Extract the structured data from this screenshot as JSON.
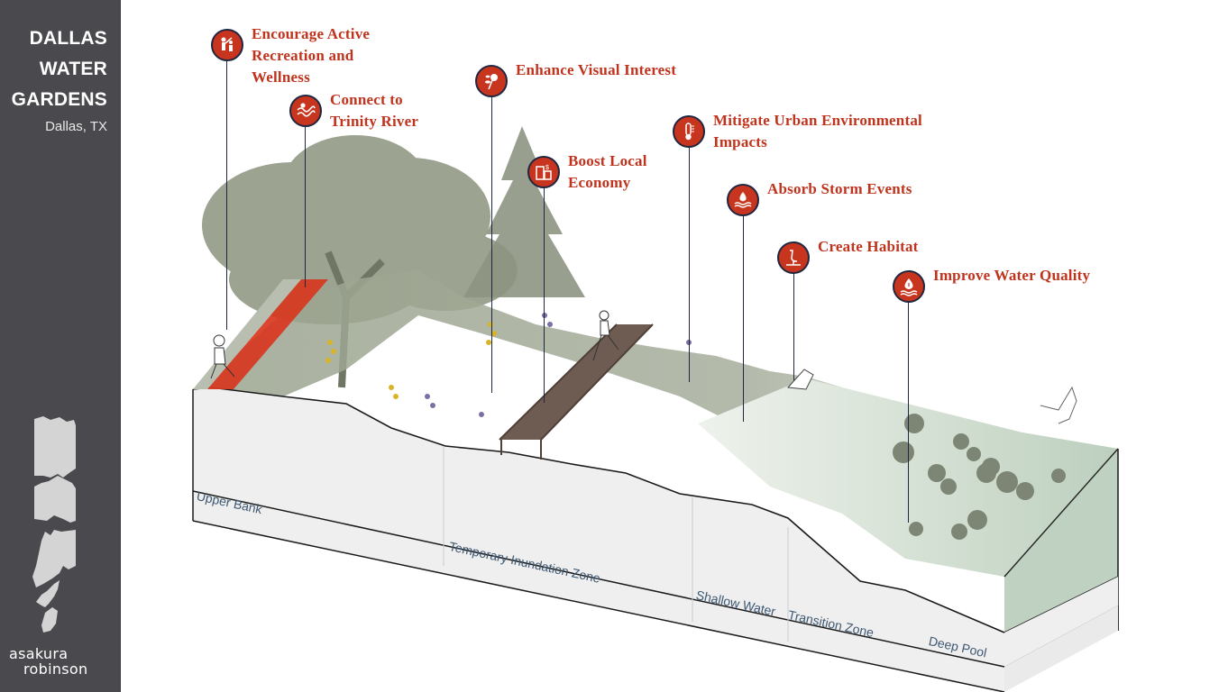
{
  "sidebar": {
    "title_lines": [
      "DALLAS",
      "WATER",
      "GARDENS"
    ],
    "location": "Dallas, TX",
    "logo_line1": "asakura",
    "logo_line2": "robinson",
    "map_icon": "watershed-map-segments-icon"
  },
  "colors": {
    "sidebar_bg": "#4a494d",
    "accent_red": "#c8351e",
    "label_red": "#c0331d",
    "badge_border": "#1f2640",
    "zone_text": "#3e5873",
    "vegetation": "#8a937f",
    "water": "#c6d6c6",
    "soil": "#efefef"
  },
  "callouts": [
    {
      "label": "Encourage Active Recreation and Wellness",
      "lines": [
        "Encourage Active",
        "Recreation and",
        "Wellness"
      ],
      "icon": "people-playing-icon"
    },
    {
      "label": "Connect to Trinity River",
      "lines": [
        "Connect to",
        "Trinity River"
      ],
      "icon": "river-swimmer-icon"
    },
    {
      "label": "Enhance Visual Interest",
      "lines": [
        "Enhance Visual Interest"
      ],
      "icon": "flower-icon"
    },
    {
      "label": "Boost Local Economy",
      "lines": [
        "Boost Local",
        "Economy"
      ],
      "icon": "buildings-dollar-icon"
    },
    {
      "label": "Mitigate Urban Environmental Impacts",
      "lines": [
        "Mitigate Urban Environmental",
        "Impacts"
      ],
      "icon": "thermometer-icon"
    },
    {
      "label": "Absorb Storm Events",
      "lines": [
        "Absorb Storm Events"
      ],
      "icon": "water-drop-waves-icon"
    },
    {
      "label": "Create Habitat",
      "lines": [
        "Create Habitat"
      ],
      "icon": "heron-icon"
    },
    {
      "label": "Improve Water Quality",
      "lines": [
        "Improve Water Quality"
      ],
      "icon": "clean-water-drop-icon"
    }
  ],
  "zones": [
    {
      "label": "Upper Bank"
    },
    {
      "label": "Temporary Inundation Zone"
    },
    {
      "label": "Shallow Water"
    },
    {
      "label": "Transition Zone"
    },
    {
      "label": "Deep Pool"
    }
  ]
}
